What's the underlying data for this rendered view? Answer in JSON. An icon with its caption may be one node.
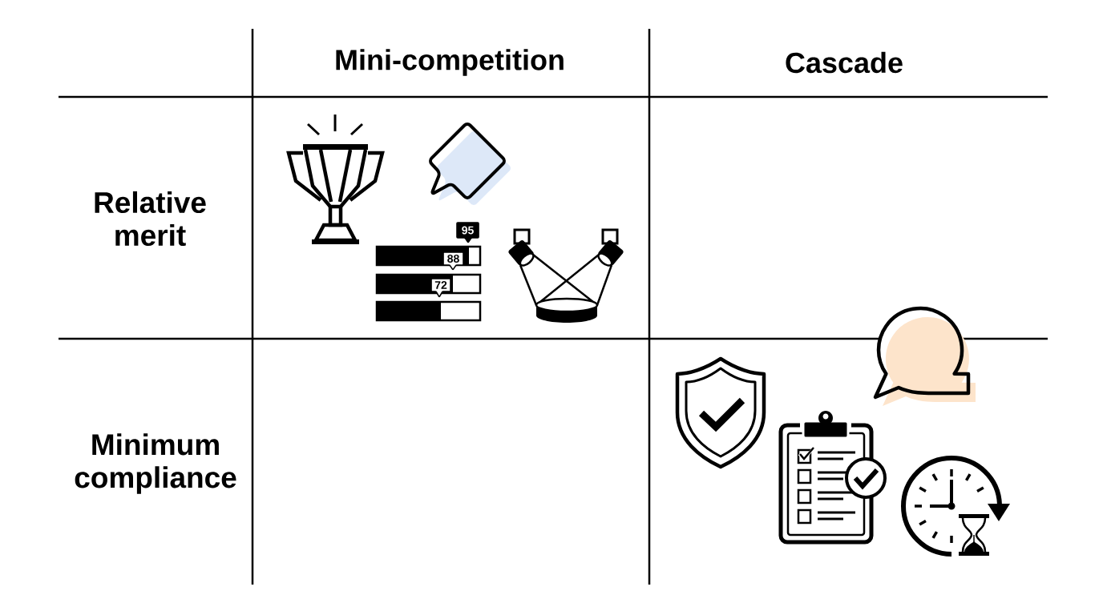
{
  "diagram": {
    "labels": [
      "Mini-competition",
      "Cascade",
      "Relative merit",
      "95",
      "88",
      "72",
      "Minimum compliance"
    ]
  }
}
